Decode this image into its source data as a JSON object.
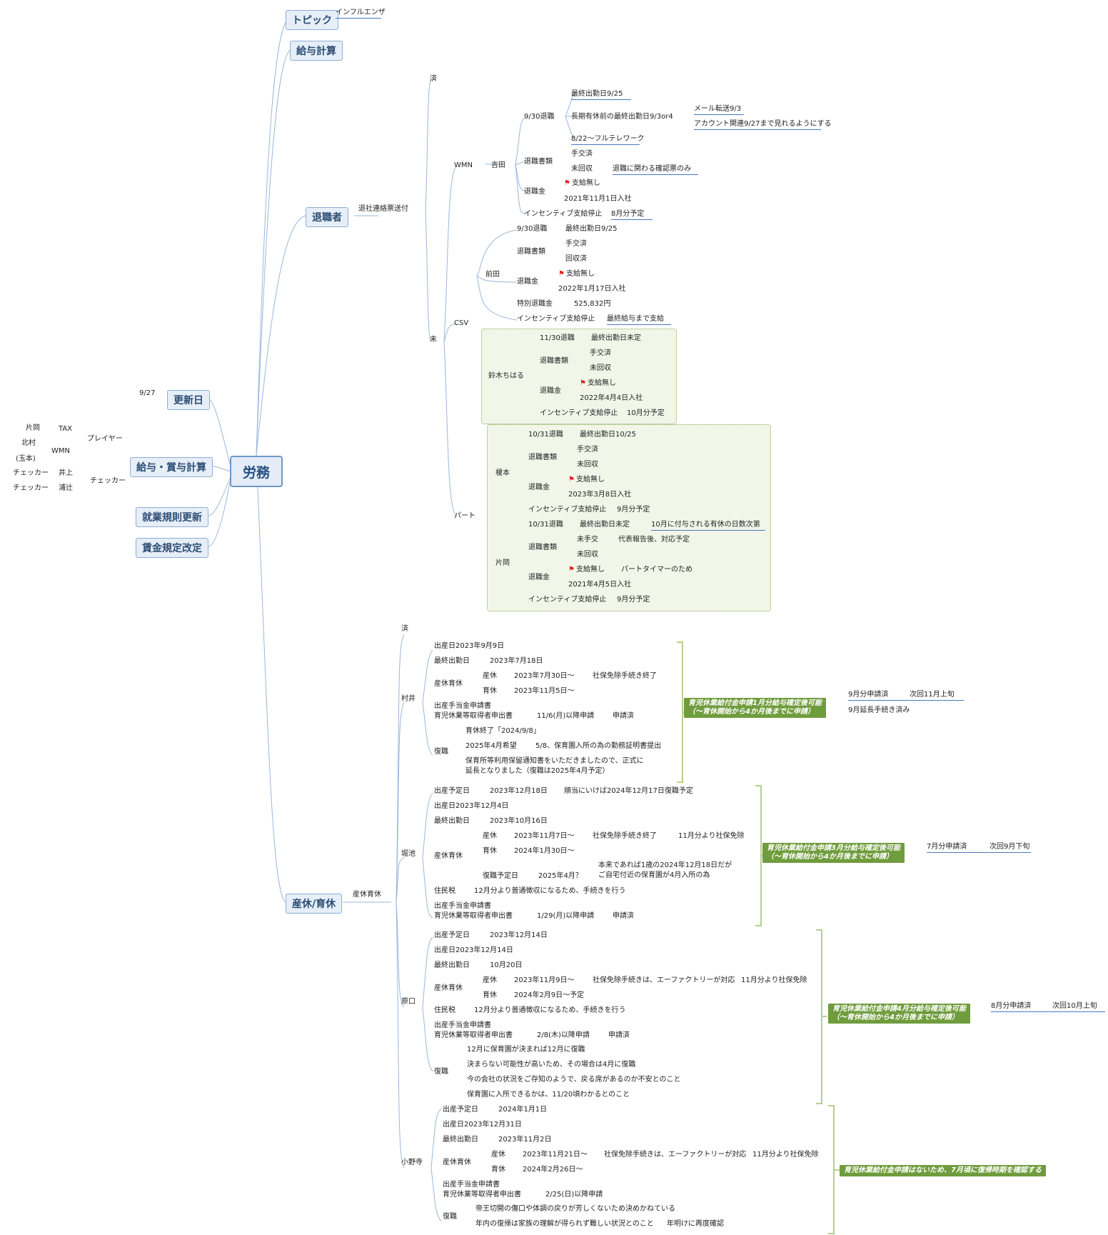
{
  "root": "労務",
  "main": {
    "topic": "トピック",
    "payroll": "給与計算",
    "retirees": "退職者",
    "update_date": "更新日",
    "pay_bonus": "給与・賞与計算",
    "rules_update": "就業規則更新",
    "wage_rules": "賃金規定改定",
    "maternity": "産休/育休"
  },
  "topic": {
    "item": "インフルエンザ"
  },
  "update": {
    "date": "9/27"
  },
  "pay_bonus": {
    "player": "プレイヤー",
    "checker": "チェッカー",
    "p1_name": "片岡",
    "p1_role": "TAX",
    "p2_name": "北村",
    "p2_sub": "(玉本)",
    "p2_role": "WMN",
    "c1_label": "チェッカー",
    "c1_name": "井上",
    "c2_label": "チェッカー",
    "c2_name": "浦辻"
  },
  "ret": {
    "send": "退社連絡票送付",
    "done": "済",
    "not": "未",
    "wmn": "WMN",
    "csv": "CSV",
    "part": "パート",
    "yoshida": {
      "name": "吉田",
      "retire": "9/30退職",
      "last": "最終出勤日9/25",
      "long_leave": "長期有休前の最終出勤日9/3or4",
      "mail": "メール転送9/3",
      "account": "アカウント関連9/27まで見れるようにする",
      "tele": "8/22～フルテレワーク",
      "docs": "退職書類",
      "doc1": "手交済",
      "doc2": "未回収",
      "doc2b": "退職に関わる確認票のみ",
      "pay": "退職金",
      "pay1": "支給無し",
      "pay2": "2021年11月1日入社",
      "inc": "インセンティブ支給停止",
      "inc1": "8月分予定"
    },
    "maeda": {
      "name": "前田",
      "retire": "9/30退職",
      "last": "最終出勤日9/25",
      "docs": "退職書類",
      "doc1": "手交済",
      "doc2": "回収済",
      "pay": "退職金",
      "pay1": "支給無し",
      "pay2": "2022年1月17日入社",
      "special": "特別退職金",
      "special1": "525,832円",
      "inc": "インセンティブ支給停止",
      "inc1": "最終給与まで支給"
    },
    "suzuki": {
      "name": "鈴木ちはる",
      "retire": "11/30退職",
      "last": "最終出勤日未定",
      "docs": "退職書類",
      "doc1": "手交済",
      "doc2": "未回収",
      "pay": "退職金",
      "pay1": "支給無し",
      "pay2": "2022年4月4日入社",
      "inc": "インセンティブ支給停止",
      "inc1": "10月分予定"
    },
    "enomoto": {
      "name": "榎本",
      "retire": "10/31退職",
      "last": "最終出勤日10/25",
      "docs": "退職書類",
      "doc1": "手交済",
      "doc2": "未回収",
      "pay": "退職金",
      "pay1": "支給無し",
      "pay2": "2023年3月8日入社",
      "inc": "インセンティブ支給停止",
      "inc1": "9月分予定"
    },
    "kataoka": {
      "name": "片岡",
      "retire": "10/31退職",
      "last": "最終出勤日未定",
      "leave": "10月に付与される有休の日数次第",
      "docs": "退職書類",
      "doc1": "未手交",
      "doc1b": "代表報告後、対応予定",
      "doc2": "未回収",
      "pay": "退職金",
      "pay1": "支給無し",
      "pay1b": "パートタイマーのため",
      "pay2": "2021年4月5日入社",
      "inc": "インセンティブ支給停止",
      "inc1": "9月分予定"
    }
  },
  "mat": {
    "root": "産休育休",
    "done": "済",
    "murai": {
      "name": "村井",
      "birth": "出産日2023年9月9日",
      "last": "最終出勤日",
      "last1": "2023年7月18日",
      "leave": "産休育休",
      "sanq": "産休",
      "sanq1": "2023年7月30日～",
      "sanq2": "社保免除手続き終了",
      "ikuq": "育休",
      "ikuq1": "2023年11月5日～",
      "apply": "出産手当金申請書\n育児休業等取得者申出書",
      "apply1": "11/6(月)以降申請",
      "apply2": "申請済",
      "ret": "復職",
      "ret1": "育休終了「2024/9/8」",
      "ret2": "2025年4月希望",
      "ret2b": "5/8、保育園入所の為の勤務証明書提出",
      "ret3": "保育所等利用保留通知書をいただきましたので、正式に\n延長となりました（復職は2025年4月予定）",
      "note": "育児休業給付金申請1月分給与確定後可能\n（～育休開始から4か月後までに申請）",
      "n1": "9月分申請済",
      "n1b": "次回11月上旬",
      "n2": "9月延長手続き済み"
    },
    "horiike": {
      "name": "堀池",
      "due": "出産予定日",
      "due1": "2023年12月18日",
      "due2": "順当にいけば2024年12月17日復職予定",
      "birth": "出産日2023年12月4日",
      "last": "最終出勤日",
      "last1": "2023年10月16日",
      "leave": "産休育休",
      "sanq": "産休",
      "sanq1": "2023年11月7日～",
      "sanq2": "社保免除手続き終了",
      "sanq3": "11月分より社保免除",
      "ikuq": "育休",
      "ikuq1": "2024年1月30日～",
      "ret": "復職予定日",
      "ret1": "2025年4月？",
      "ret2": "本来であれば1歳の2024年12月18日だが\nご自宅付近の保育園が4月入所の為",
      "tax": "住民税",
      "tax1": "12月分より普通徴収になるため、手続きを行う",
      "apply": "出産手当金申請書\n育児休業等取得者申出書",
      "apply1": "1/29(月)以降申請",
      "apply2": "申請済",
      "note": "育児休業給付金申請3月分給与確定後可能\n（～育休開始から4か月後までに申請）",
      "n1": "7月分申請済",
      "n1b": "次回9月下旬"
    },
    "haraguchi": {
      "name": "原口",
      "due": "出産予定日",
      "due1": "2023年12月14日",
      "birth": "出産日2023年12月14日",
      "last": "最終出勤日",
      "last1": "10月20日",
      "leave": "産休育休",
      "sanq": "産休",
      "sanq1": "2023年11月9日～",
      "sanq2": "社保免除手続きは、エーファクトリーが対応",
      "sanq3": "11月分より社保免除",
      "ikuq": "育休",
      "ikuq1": "2024年2月9日～予定",
      "tax": "住民税",
      "tax1": "12月分より普通徴収になるため、手続きを行う",
      "apply": "出産手当金申請書\n育児休業等取得者申出書",
      "apply1": "2/8(木)以降申請",
      "apply2": "申請済",
      "ret": "復職",
      "ret1": "12月に保育園が決まれば12月に復職",
      "ret2": "決まらない可能性が高いため、その場合は4月に復職",
      "ret3": "今の会社の状況をご存知のようで、戻る席があるのか不安とのこと",
      "ret4": "保育園に入所できるかは、11/20頃わかるとのこと",
      "note": "育児休業給付金申請4月分給与確定後可能\n（～育休開始から4か月後までに申請）",
      "n1": "8月分申請済",
      "n1b": "次回10月上旬"
    },
    "onodera": {
      "name": "小野寺",
      "due": "出産予定日",
      "due1": "2024年1月1日",
      "birth": "出産日2023年12月31日",
      "last": "最終出勤日",
      "last1": "2023年11月2日",
      "leave": "産休育休",
      "sanq": "産休",
      "sanq1": "2023年11月21日～",
      "sanq2": "社保免除手続きは、エーファクトリーが対応",
      "sanq3": "11月分より社保免除",
      "ikuq": "育休",
      "ikuq1": "2024年2月26日～",
      "apply": "出産手当金申請書\n育児休業等取得者申出書",
      "apply1": "2/25(日)以降申請",
      "ret": "復職",
      "ret1": "帝王切開の傷口や体調の戻りが芳しくないため決めかねている",
      "ret2": "年内の復帰は家族の理解が得られず難しい状況とのこと",
      "ret2b": "年明けに再度確認",
      "note": "育児休業給付金申請はないため、7月頃に復帰時期を確認する"
    }
  }
}
